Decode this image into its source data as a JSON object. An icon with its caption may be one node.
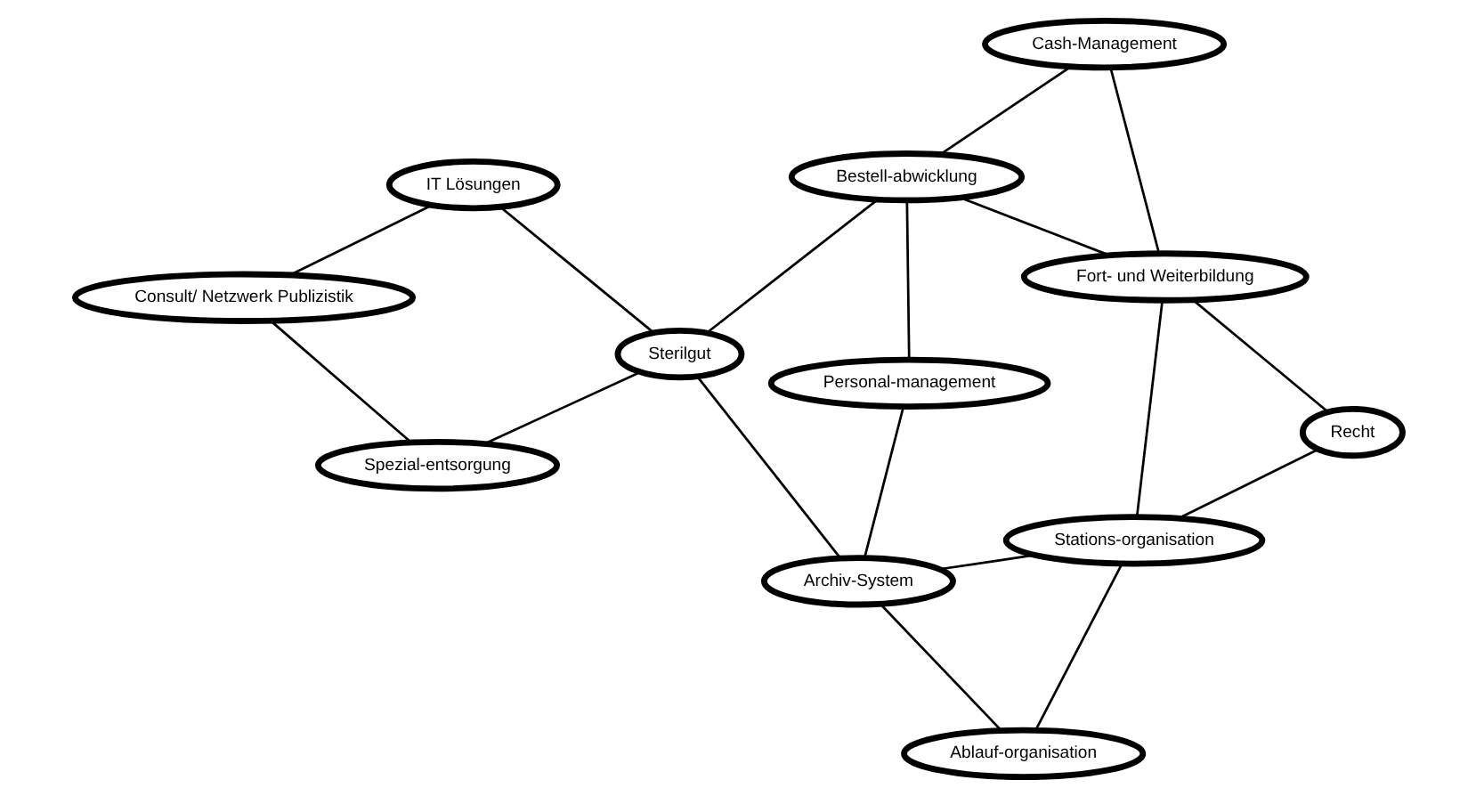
{
  "diagram": {
    "nodes": [
      {
        "text": [
          "Personal-management"
        ]
      },
      {
        "text": [
          "Bestell-abwicklung"
        ]
      },
      {
        "text": [
          "Archiv-System"
        ]
      },
      {
        "text": [
          "Sterilgut"
        ]
      },
      {
        "text": [
          "Cash-Management"
        ]
      },
      {
        "text": [
          "IT Lösungen"
        ]
      },
      {
        "text": [
          "Spezial-entsorgung"
        ]
      },
      {
        "text": [
          "Ablauf-organisation"
        ]
      },
      {
        "text": [
          "Consult/ Netzwerk Publizistik"
        ]
      },
      {
        "text": [
          "Fort- und Weiterbildung"
        ]
      },
      {
        "text": [
          "Stations-organisation"
        ]
      },
      {
        "text": [
          "Recht"
        ]
      }
    ],
    "edges": [
      {
        "from": 0,
        "to": 2,
        "arrow": "none"
      },
      {
        "from": 2,
        "to": 7,
        "arrow": "none"
      },
      {
        "from": 7,
        "to": 10,
        "arrow": "none"
      },
      {
        "from": 10,
        "to": 11,
        "arrow": "none"
      },
      {
        "from": 11,
        "to": 9,
        "arrow": "none"
      },
      {
        "from": 9,
        "to": 4,
        "arrow": "none"
      },
      {
        "from": 4,
        "to": 1,
        "arrow": "none"
      },
      {
        "from": 1,
        "to": 0,
        "arrow": "none"
      },
      {
        "from": 1,
        "to": 3,
        "arrow": "none"
      },
      {
        "from": 3,
        "to": 2,
        "arrow": "none"
      },
      {
        "from": 2,
        "to": 10,
        "arrow": "none"
      },
      {
        "from": 10,
        "to": 9,
        "arrow": "none"
      },
      {
        "from": 9,
        "to": 1,
        "arrow": "none"
      },
      {
        "from": 3,
        "to": 6,
        "arrow": "none"
      },
      {
        "from": 6,
        "to": 8,
        "arrow": "none"
      },
      {
        "from": 8,
        "to": 5,
        "arrow": "none"
      },
      {
        "from": 5,
        "to": 3,
        "arrow": "none"
      }
    ]
  }
}
